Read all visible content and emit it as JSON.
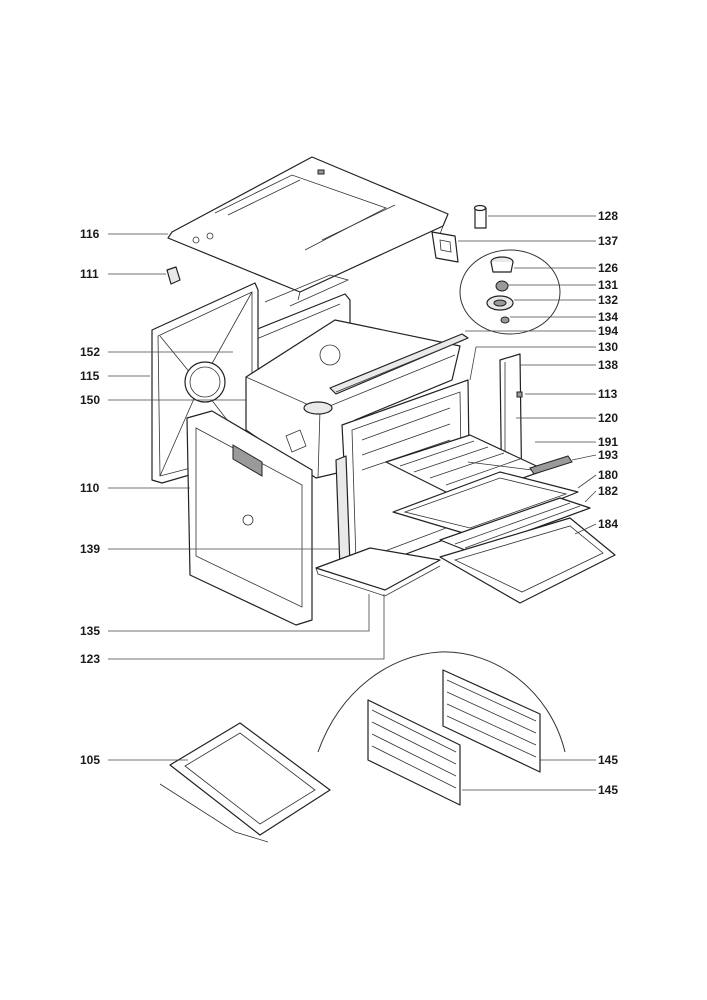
{
  "diagram": {
    "callouts": [
      {
        "id": "c116",
        "number": "116"
      },
      {
        "id": "c111",
        "number": "111"
      },
      {
        "id": "c152",
        "number": "152"
      },
      {
        "id": "c115",
        "number": "115"
      },
      {
        "id": "c150",
        "number": "150"
      },
      {
        "id": "c110",
        "number": "110"
      },
      {
        "id": "c139",
        "number": "139"
      },
      {
        "id": "c135",
        "number": "135"
      },
      {
        "id": "c123",
        "number": "123"
      },
      {
        "id": "c105",
        "number": "105"
      },
      {
        "id": "c128",
        "number": "128"
      },
      {
        "id": "c137",
        "number": "137"
      },
      {
        "id": "c126",
        "number": "126"
      },
      {
        "id": "c131",
        "number": "131"
      },
      {
        "id": "c132",
        "number": "132"
      },
      {
        "id": "c134",
        "number": "134"
      },
      {
        "id": "c194",
        "number": "194"
      },
      {
        "id": "c130",
        "number": "130"
      },
      {
        "id": "c138",
        "number": "138"
      },
      {
        "id": "c113",
        "number": "113"
      },
      {
        "id": "c120",
        "number": "120"
      },
      {
        "id": "c191",
        "number": "191"
      },
      {
        "id": "c193",
        "number": "193"
      },
      {
        "id": "c180",
        "number": "180"
      },
      {
        "id": "c182",
        "number": "182"
      },
      {
        "id": "c184",
        "number": "184"
      },
      {
        "id": "c145a",
        "number": "145"
      },
      {
        "id": "c145b",
        "number": "145"
      }
    ]
  }
}
